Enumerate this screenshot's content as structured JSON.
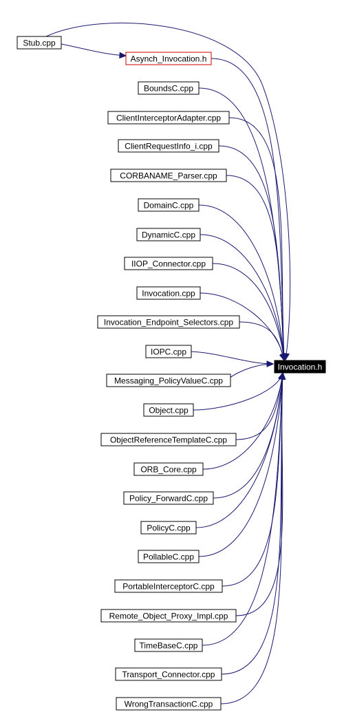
{
  "graph": {
    "colors": {
      "edge": "#191970",
      "node_border": "#000000",
      "highlight_border": "#cc0000",
      "target_fill": "#000000",
      "target_text": "#ffffff"
    },
    "target": {
      "id": "invocation-h",
      "label": "Invocation.h"
    },
    "nodes": [
      {
        "id": "stub-cpp",
        "label": "Stub.cpp"
      },
      {
        "id": "asynch-invocation-h",
        "label": "Asynch_Invocation.h",
        "highlight": true
      },
      {
        "id": "boundsc-cpp",
        "label": "BoundsC.cpp"
      },
      {
        "id": "clientinterceptoradapter-cpp",
        "label": "ClientInterceptorAdapter.cpp"
      },
      {
        "id": "clientrequestinfo-i-cpp",
        "label": "ClientRequestInfo_i.cpp"
      },
      {
        "id": "corbaname-parser-cpp",
        "label": "CORBANAME_Parser.cpp"
      },
      {
        "id": "domainc-cpp",
        "label": "DomainC.cpp"
      },
      {
        "id": "dynamicc-cpp",
        "label": "DynamicC.cpp"
      },
      {
        "id": "iiop-connector-cpp",
        "label": "IIOP_Connector.cpp"
      },
      {
        "id": "invocation-cpp",
        "label": "Invocation.cpp"
      },
      {
        "id": "invocation-endpoint-selectors-cpp",
        "label": "Invocation_Endpoint_Selectors.cpp"
      },
      {
        "id": "iopc-cpp",
        "label": "IOPC.cpp"
      },
      {
        "id": "messaging-policyvaluec-cpp",
        "label": "Messaging_PolicyValueC.cpp"
      },
      {
        "id": "object-cpp",
        "label": "Object.cpp"
      },
      {
        "id": "objectreferencetemplatec-cpp",
        "label": "ObjectReferenceTemplateC.cpp"
      },
      {
        "id": "orb-core-cpp",
        "label": "ORB_Core.cpp"
      },
      {
        "id": "policy-forwardc-cpp",
        "label": "Policy_ForwardC.cpp"
      },
      {
        "id": "policyc-cpp",
        "label": "PolicyC.cpp"
      },
      {
        "id": "pollablec-cpp",
        "label": "PollableC.cpp"
      },
      {
        "id": "portableinterceptorc-cpp",
        "label": "PortableInterceptorC.cpp"
      },
      {
        "id": "remote-object-proxy-impl-cpp",
        "label": "Remote_Object_Proxy_Impl.cpp"
      },
      {
        "id": "timebasec-cpp",
        "label": "TimeBaseC.cpp"
      },
      {
        "id": "transport-connector-cpp",
        "label": "Transport_Connector.cpp"
      },
      {
        "id": "wrongtransactionc-cpp",
        "label": "WrongTransactionC.cpp"
      }
    ],
    "edges": [
      {
        "from": "stub-cpp",
        "to": "asynch-invocation-h"
      },
      {
        "from": "stub-cpp",
        "to": "invocation-h"
      },
      {
        "from": "asynch-invocation-h",
        "to": "invocation-h"
      },
      {
        "from": "boundsc-cpp",
        "to": "invocation-h"
      },
      {
        "from": "clientinterceptoradapter-cpp",
        "to": "invocation-h"
      },
      {
        "from": "clientrequestinfo-i-cpp",
        "to": "invocation-h"
      },
      {
        "from": "corbaname-parser-cpp",
        "to": "invocation-h"
      },
      {
        "from": "domainc-cpp",
        "to": "invocation-h"
      },
      {
        "from": "dynamicc-cpp",
        "to": "invocation-h"
      },
      {
        "from": "iiop-connector-cpp",
        "to": "invocation-h"
      },
      {
        "from": "invocation-cpp",
        "to": "invocation-h"
      },
      {
        "from": "invocation-endpoint-selectors-cpp",
        "to": "invocation-h"
      },
      {
        "from": "iopc-cpp",
        "to": "invocation-h"
      },
      {
        "from": "messaging-policyvaluec-cpp",
        "to": "invocation-h"
      },
      {
        "from": "object-cpp",
        "to": "invocation-h"
      },
      {
        "from": "objectreferencetemplatec-cpp",
        "to": "invocation-h"
      },
      {
        "from": "orb-core-cpp",
        "to": "invocation-h"
      },
      {
        "from": "policy-forwardc-cpp",
        "to": "invocation-h"
      },
      {
        "from": "policyc-cpp",
        "to": "invocation-h"
      },
      {
        "from": "pollablec-cpp",
        "to": "invocation-h"
      },
      {
        "from": "portableinterceptorc-cpp",
        "to": "invocation-h"
      },
      {
        "from": "remote-object-proxy-impl-cpp",
        "to": "invocation-h"
      },
      {
        "from": "timebasec-cpp",
        "to": "invocation-h"
      },
      {
        "from": "transport-connector-cpp",
        "to": "invocation-h"
      },
      {
        "from": "wrongtransactionc-cpp",
        "to": "invocation-h"
      }
    ]
  }
}
